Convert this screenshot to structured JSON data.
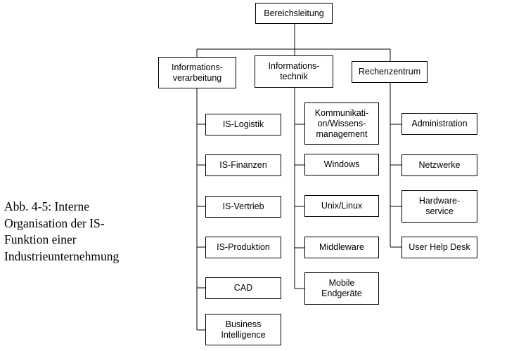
{
  "diagram": {
    "root": "Bereichsleitung",
    "columns": [
      {
        "title": "Informations-\nverarbeitung",
        "items": [
          "IS-Logistik",
          "IS-Finanzen",
          "IS-Vertrieb",
          "IS-Produktion",
          "CAD",
          "Business\nIntelligence"
        ]
      },
      {
        "title": "Informations-\ntechnik",
        "items": [
          "Kommunikati-\non/Wissens-\nmanagement",
          "Windows",
          "Unix/Linux",
          "Middleware",
          "Mobile\nEndgeräte"
        ]
      },
      {
        "title": "Rechenzentrum",
        "items": [
          "Administration",
          "Netzwerke",
          "Hardware-\nservice",
          "User Help Desk"
        ]
      }
    ]
  },
  "caption": "Abb. 4-5: Interne\nOrganisation der IS-\nFunktion einer\nIndustrieunternehmung"
}
